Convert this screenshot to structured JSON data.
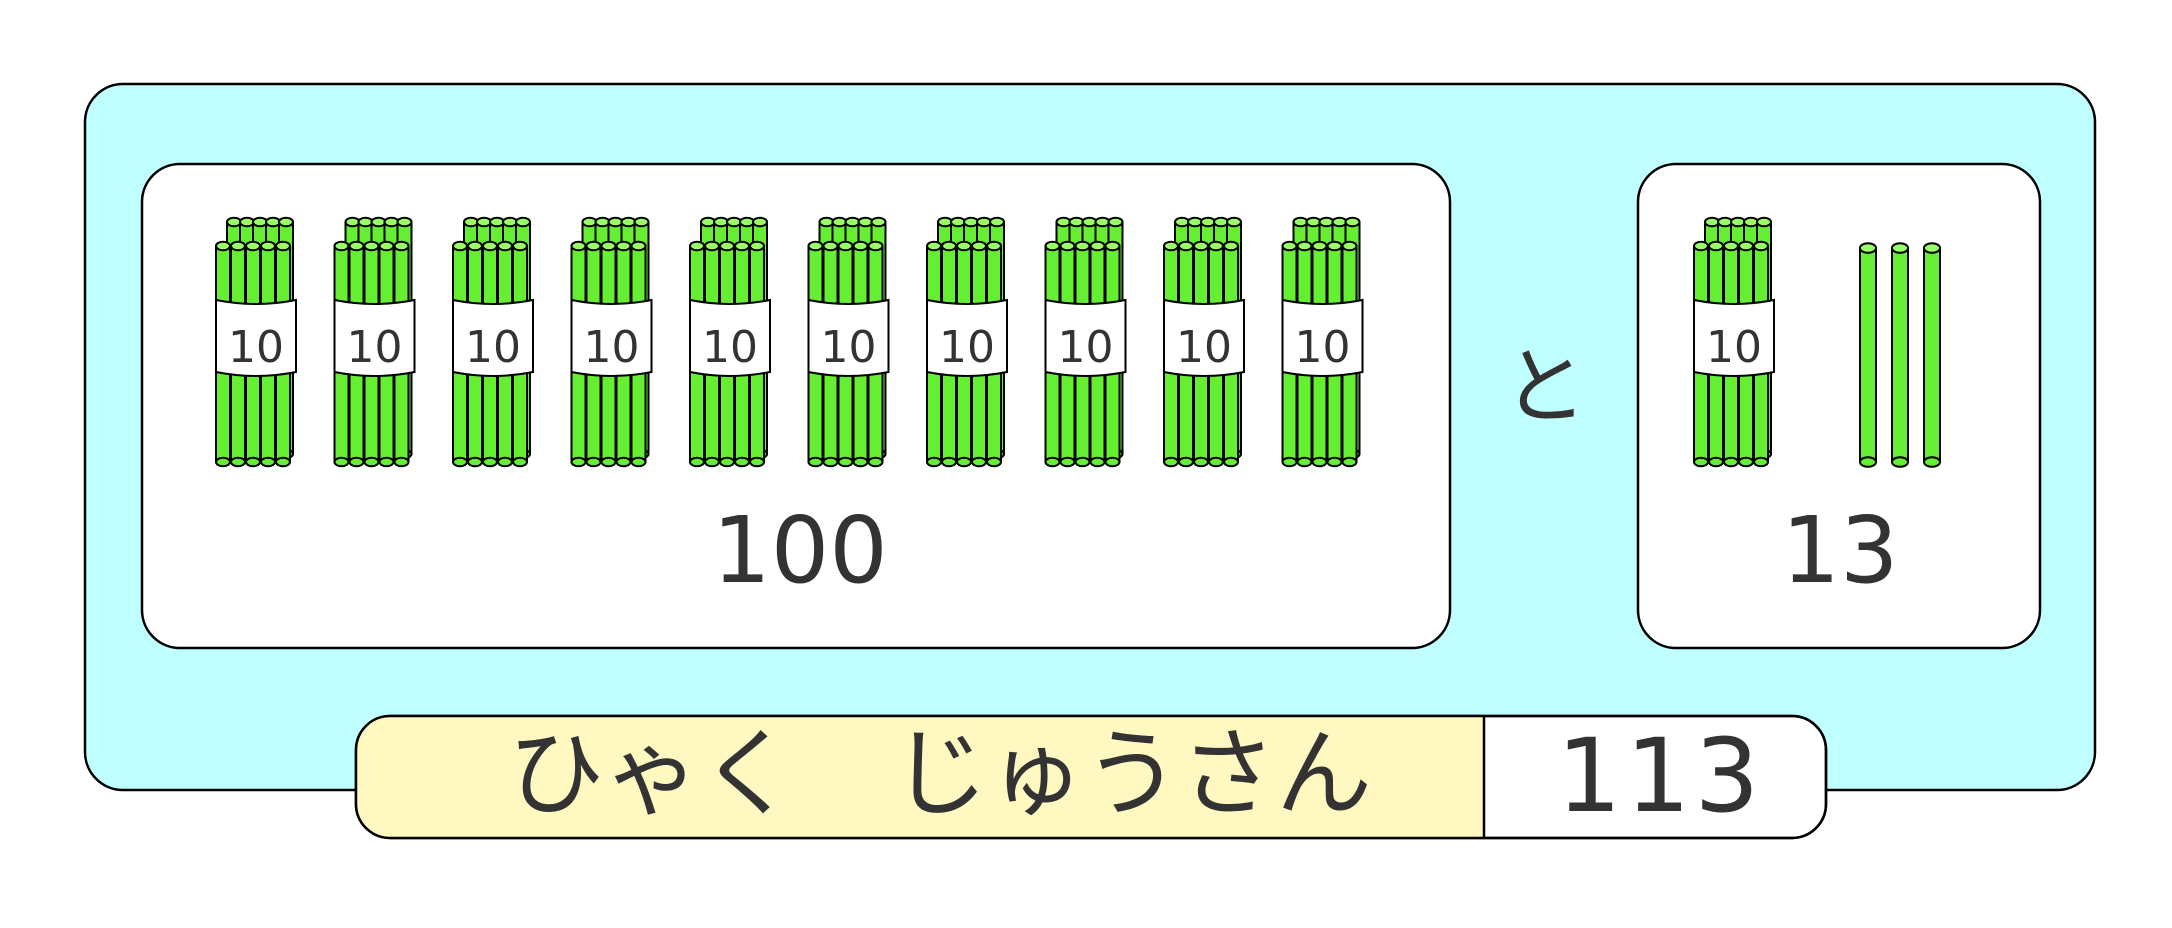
{
  "left_panel": {
    "bundle_count": 10,
    "bundle_label": "10",
    "value": "100"
  },
  "connector": "と",
  "right_panel": {
    "bundle_count": 1,
    "bundle_label": "10",
    "single_sticks": 3,
    "value": "13"
  },
  "answer": {
    "reading": "ひゃく　じゅうさん",
    "number": "113"
  },
  "colors": {
    "background_panel": "#c0ffff",
    "card": "#ffffff",
    "stick": "#66ee33",
    "stick_top": "#99ff66",
    "reading_bg": "#fff8c0",
    "text": "#333333",
    "outline": "#000000"
  }
}
